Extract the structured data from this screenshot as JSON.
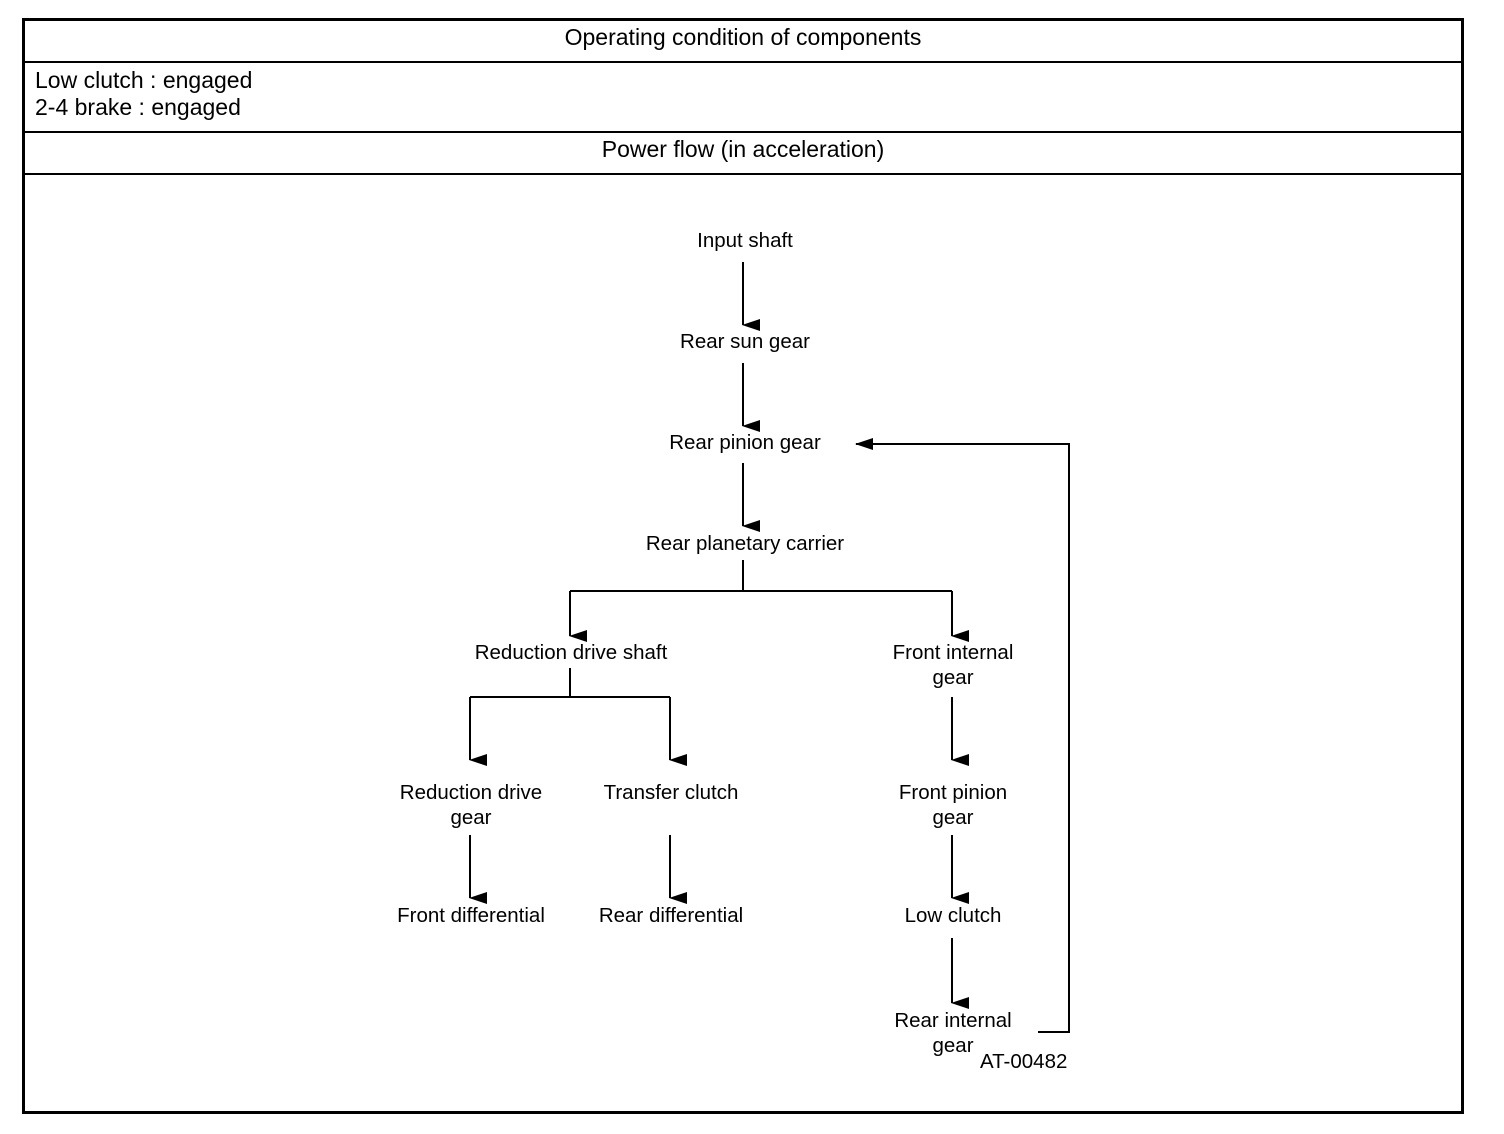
{
  "header": {
    "title": "Operating condition of components"
  },
  "conditions": [
    "Low clutch : engaged",
    "2-4 brake : engaged"
  ],
  "section": {
    "title": "Power flow (in acceleration)"
  },
  "nodes": {
    "input_shaft": "Input shaft",
    "rear_sun_gear": "Rear sun gear",
    "rear_pinion_gear": "Rear pinion gear",
    "rear_planetary_carrier": "Rear planetary carrier",
    "reduction_drive_shaft": "Reduction drive shaft",
    "front_internal_gear": [
      "Front internal",
      "gear"
    ],
    "reduction_drive_gear": [
      "Reduction drive",
      "gear"
    ],
    "transfer_clutch": "Transfer clutch",
    "front_pinion_gear": [
      "Front pinion",
      "gear"
    ],
    "front_differential": "Front differential",
    "rear_differential": "Rear differential",
    "low_clutch": "Low clutch",
    "rear_internal_gear": [
      "Rear internal",
      "gear"
    ]
  },
  "figure_id": "AT-00482"
}
